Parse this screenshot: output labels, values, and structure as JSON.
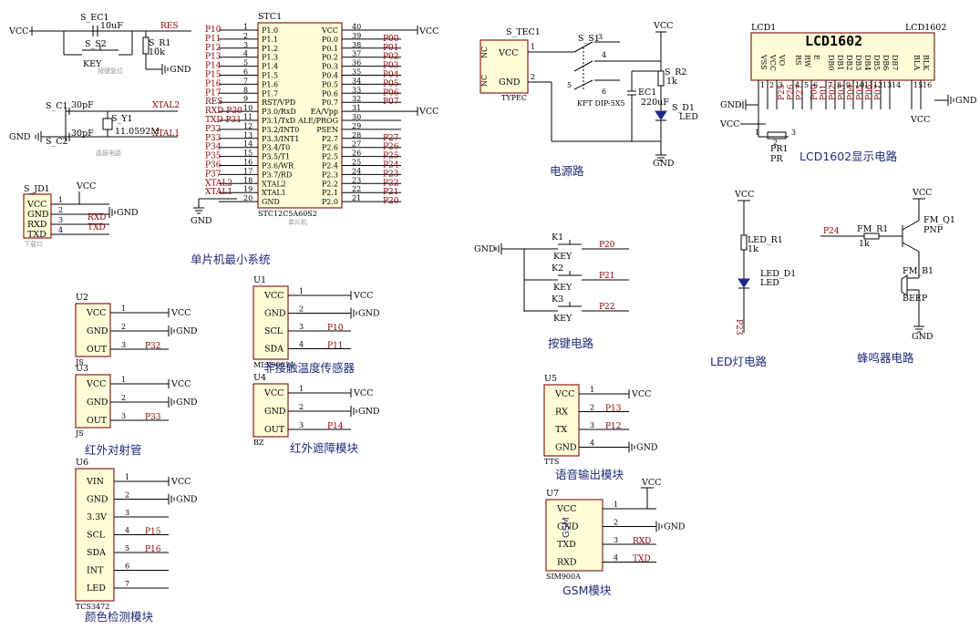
{
  "sections": {
    "mcu": "单片机最小系统",
    "power": "电源路",
    "lcd": "LCD1602显示电路",
    "keys": "按键电路",
    "led": "LED灯电路",
    "buzzer": "蜂鸣器电路",
    "ir_tube": "红外对射管",
    "temp": "非接触温度传感器",
    "ir_obstacle": "红外遮障模块",
    "voice": "语音输出模块",
    "gsm": "GSM模块",
    "color": "颜色检测模块",
    "reset_sub": "按键复位",
    "osc_sub": "晶振电路"
  },
  "nets": {
    "vcc": "VCC",
    "gnd": "GND",
    "res": "RES",
    "xtal1": "XTAL1",
    "xtal2": "XTAL2",
    "rxd": "RXD",
    "txd": "TXD"
  },
  "reset": {
    "cap": "S_EC1",
    "cap_val": "10uF",
    "key": "S_S2",
    "key_val": "KEY",
    "res": "S_R1",
    "res_val": "10k"
  },
  "osc": {
    "c1": "S_C1",
    "c1_val": "30pF",
    "c2": "S_C2",
    "c2_val": "30pF",
    "xtal": "S_Y1",
    "xtal_val": "11.0592M"
  },
  "download": {
    "ref": "S_JD1",
    "name": "下载口",
    "pins": [
      "VCC",
      "GND",
      "RXD",
      "TXD"
    ],
    "nums": [
      "1",
      "2",
      "3",
      "4"
    ]
  },
  "mcu": {
    "ref": "STC1",
    "part": "STC12C5A60S2",
    "sub": "单片机",
    "left_pins": [
      "P1.0",
      "P1.1",
      "P1.2",
      "P1.3",
      "P1.4",
      "P1.5",
      "P1.6",
      "P1.7",
      "RST/VPD",
      "P3.0/RxD",
      "P3.1/TxD",
      "P3.2/INT0",
      "P3.3/INT1",
      "P3.4/T0",
      "P3.5/T1",
      "P3.6/WR",
      "P3.7/RD",
      "XTAL2",
      "XTAL1",
      "GND"
    ],
    "left_nums": [
      "1",
      "2",
      "3",
      "4",
      "5",
      "6",
      "7",
      "8",
      "9",
      "10",
      "11",
      "12",
      "13",
      "14",
      "15",
      "16",
      "17",
      "18",
      "19",
      "20"
    ],
    "left_nets": [
      "P10",
      "P11",
      "P12",
      "P13",
      "P14",
      "P15",
      "P16",
      "P17",
      "RES",
      "RXD P30",
      "TXD P31",
      "P32",
      "P33",
      "P34",
      "P35",
      "P36",
      "P37",
      "XTAL2",
      "XTAL1",
      ""
    ],
    "right_pins": [
      "VCC",
      "P0.0",
      "P0.1",
      "P0.2",
      "P0.3",
      "P0.4",
      "P0.5",
      "P0.6",
      "P0.7",
      "EA/Vpp",
      "ALE/PROG",
      "PSEN",
      "P2.7",
      "P2.6",
      "P2.5",
      "P2.4",
      "P2.3",
      "P2.2",
      "P2.1",
      "P2.0"
    ],
    "right_nums": [
      "40",
      "39",
      "38",
      "37",
      "36",
      "35",
      "34",
      "33",
      "32",
      "31",
      "30",
      "29",
      "28",
      "27",
      "26",
      "25",
      "24",
      "23",
      "22",
      "21"
    ],
    "right_nets": [
      "",
      "P00",
      "P01",
      "P02",
      "P03",
      "P04",
      "P05",
      "P06",
      "P07",
      "",
      "",
      "",
      "P27",
      "P26",
      "P25",
      "P24",
      "P23",
      "P22",
      "P21",
      "P20"
    ]
  },
  "power": {
    "tec": "S_TEC1",
    "tec_pins": [
      "VCC",
      "GND"
    ],
    "tec_type": "TYPEC",
    "nc": "NC",
    "switch": "S_S1",
    "switch_type": "KFT DIP-5X5",
    "nums": [
      "1",
      "2",
      "3",
      "4",
      "5",
      "6"
    ],
    "cap": "EC1",
    "cap_val": "220uF",
    "res": "S_R2",
    "res_val": "1k",
    "led": "S_D1",
    "led_val": "LED"
  },
  "lcd": {
    "ref": "LCD1",
    "part": "LCD1602",
    "title": "LCD1602",
    "pins": [
      "VSS",
      "VCC",
      "VO",
      "RS",
      "RW",
      "E",
      "DB0",
      "DB1",
      "DB2",
      "DB3",
      "DB4",
      "DB5",
      "DB6",
      "DB7",
      "BLA",
      "BLK"
    ],
    "nums": [
      "1",
      "2",
      "3",
      "4",
      "5",
      "6",
      "7",
      "8",
      "9",
      "10",
      "11",
      "12",
      "13",
      "14",
      "15",
      "16"
    ],
    "nets": [
      "",
      "",
      "",
      "P25",
      "P26",
      "P27",
      "P00",
      "P01",
      "P02",
      "P03",
      "P04",
      "P05",
      "P06",
      "P07",
      "",
      ""
    ],
    "pot": "PR1",
    "pot_val": "PR",
    "pot_nums": [
      "1",
      "2",
      "3"
    ]
  },
  "keys": {
    "items": [
      {
        "ref": "K1",
        "val": "KEY",
        "net": "P20"
      },
      {
        "ref": "K2",
        "val": "KEY",
        "net": "P21"
      },
      {
        "ref": "K3",
        "val": "KEY",
        "net": "P22"
      }
    ]
  },
  "led_circuit": {
    "res": "LED_R1",
    "res_val": "1k",
    "led": "LED_D1",
    "led_val": "LED",
    "net": "P23"
  },
  "buzzer": {
    "res": "FM_R1",
    "res_val": "1k",
    "transistor": "FM_Q1",
    "transistor_val": "PNP",
    "buzzer": "FM_B1",
    "buzzer_val": "BEEP",
    "net": "P24"
  },
  "ir_tube": {
    "modules": [
      {
        "ref": "U2",
        "part": "JS",
        "net": "P32"
      },
      {
        "ref": "U3",
        "part": "JS",
        "net": "P33"
      }
    ],
    "pins": [
      "VCC",
      "GND",
      "OUT"
    ],
    "nums": [
      "1",
      "2",
      "3"
    ]
  },
  "temp": {
    "ref": "U1",
    "part": "MLX90614",
    "pins": [
      "VCC",
      "GND",
      "SCL",
      "SDA"
    ],
    "nums": [
      "1",
      "2",
      "3",
      "4"
    ],
    "nets": [
      "",
      "",
      "P10",
      "P11"
    ]
  },
  "ir_obstacle": {
    "ref": "U4",
    "part": "BZ",
    "pins": [
      "VCC",
      "GND",
      "OUT"
    ],
    "nums": [
      "1",
      "2",
      "3"
    ],
    "net": "P14"
  },
  "voice": {
    "ref": "U5",
    "part": "TTS",
    "pins": [
      "VCC",
      "RX",
      "TX",
      "GND"
    ],
    "nums": [
      "1",
      "2",
      "3",
      "4"
    ],
    "nets": [
      "",
      "P13",
      "P12",
      ""
    ]
  },
  "gsm": {
    "ref": "U7",
    "part": "SIM900A",
    "body": "GSM",
    "pins": [
      "VCC",
      "GND",
      "TXD",
      "RXD"
    ],
    "nums": [
      "1",
      "2",
      "3",
      "4"
    ],
    "nets": [
      "",
      "",
      "RXD",
      "TXD"
    ]
  },
  "color": {
    "ref": "U6",
    "part": "TCS3472",
    "pins": [
      "VIN",
      "GND",
      "3.3V",
      "SCL",
      "SDA",
      "INT",
      "LED"
    ],
    "nums": [
      "1",
      "2",
      "3",
      "4",
      "5",
      "6",
      "7"
    ],
    "nets": [
      "",
      "",
      "",
      "P15",
      "P16",
      "",
      ""
    ]
  }
}
